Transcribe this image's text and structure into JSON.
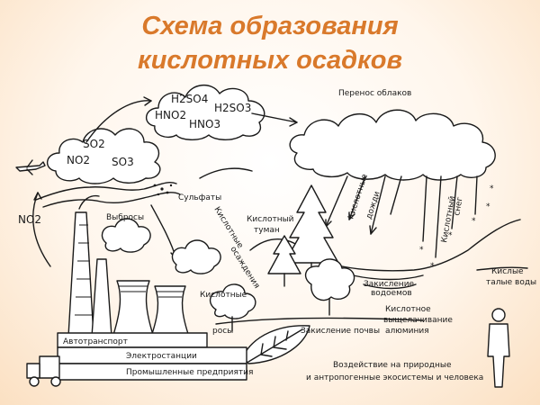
{
  "title": {
    "line1": "Схема образования",
    "line2": "кислотных осадков"
  },
  "chemicals": {
    "no2_left": "NO2",
    "so2_cloud": "SO2",
    "no2_cloud": "NO2",
    "so3_cloud": "SO3",
    "h2so4": "H2SO4",
    "hno2": "HNO2",
    "h2so3": "H2SO3",
    "hno3": "HNO3"
  },
  "labels": {
    "cloud_transfer": "Перенос облаков",
    "sulfates": "Сульфаты",
    "emissions": "Выбросы",
    "acid_fog_1": "Кислотный",
    "acid_fog_2": "туман",
    "acid_rain_1": "Кислотные",
    "acid_rain_2": "дожди",
    "acid_snow_1": "Кислотный",
    "acid_snow_2": "снег",
    "acid_deposits_1": "Кислотные",
    "acid_deposits_2": "осаждения",
    "acid_dew_1": "Кислотные",
    "acid_dew_2": "росы",
    "acidified_water_1": "Закисление",
    "acidified_water_2": "водоемов",
    "acid_ground_water_1": "Кислые",
    "acid_ground_water_2": "талые воды",
    "aluminum_1": "Кислотное",
    "aluminum_2": "выщелачивание",
    "aluminum_3": "алюминия",
    "soil_acidification": "Закисление почвы",
    "transport": "Автотранспорт",
    "power_plants": "Электростанции",
    "industry": "Промышленные предприятия",
    "impact_1": "Воздействие на природные",
    "impact_2": "и антропогенные экосистемы и человека"
  }
}
